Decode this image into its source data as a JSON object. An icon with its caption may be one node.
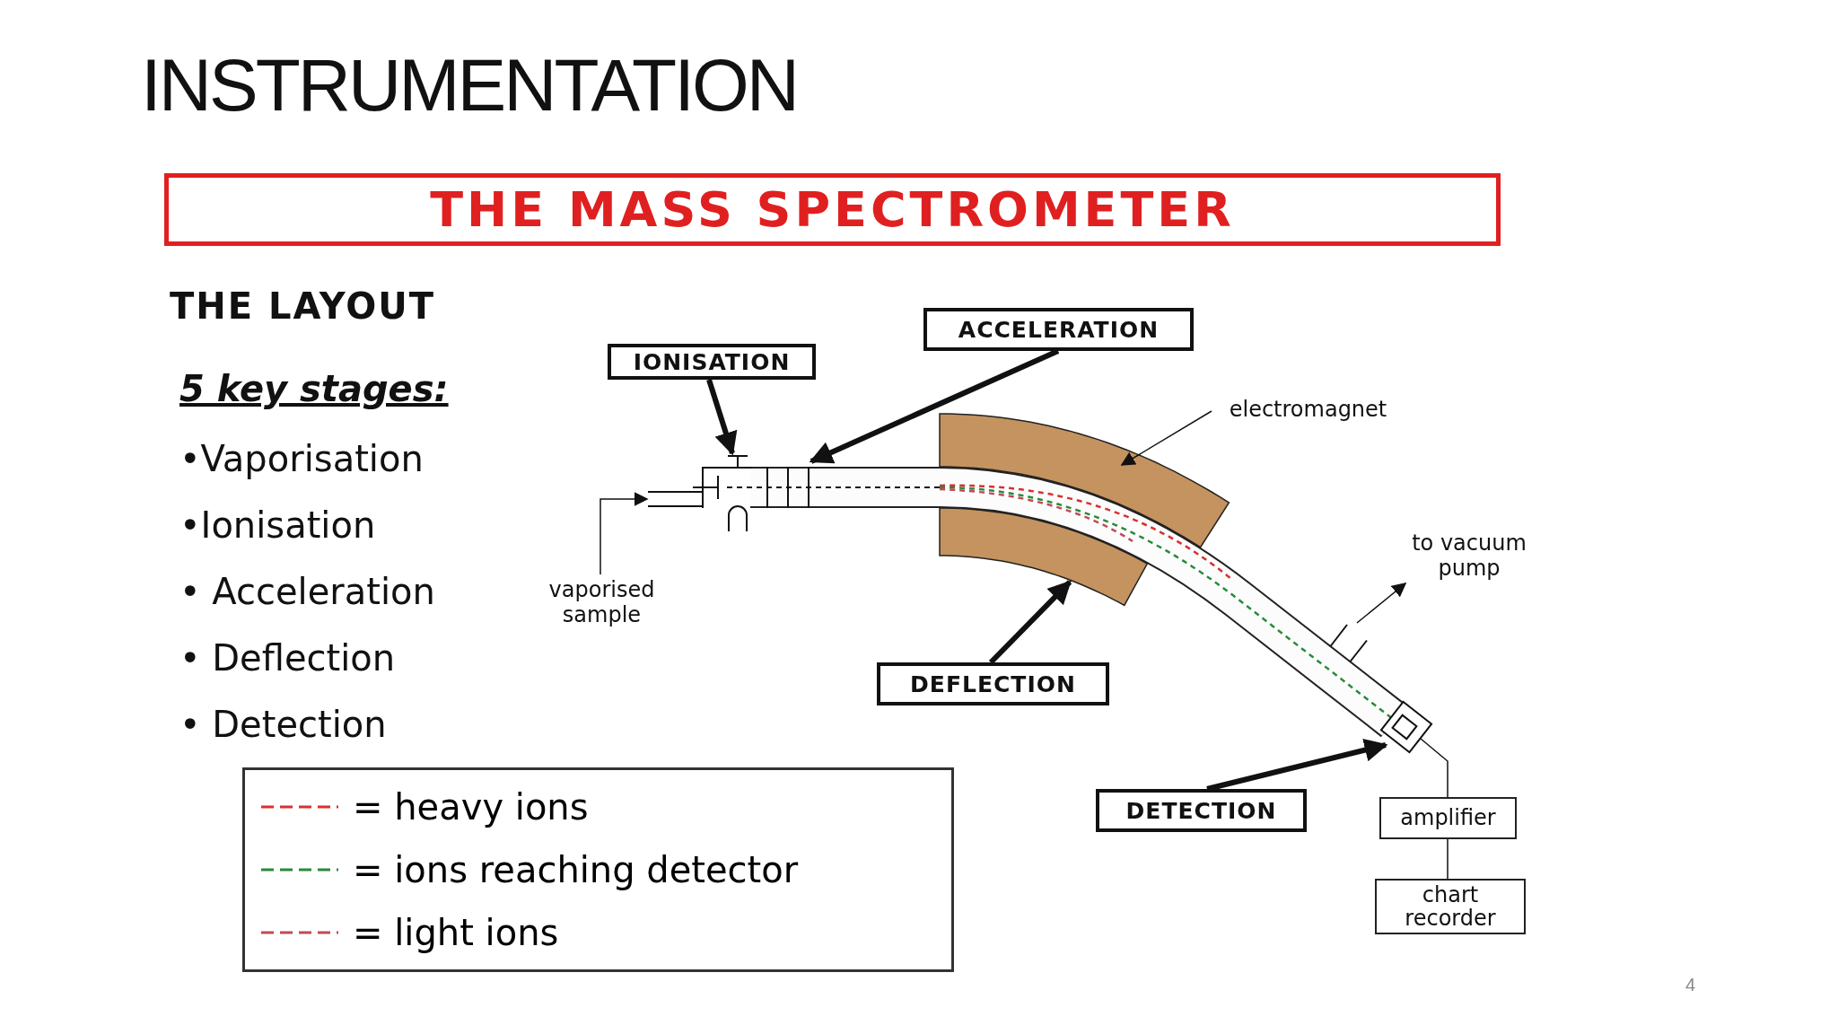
{
  "diagram": {
    "title": "INSTRUMENTATION",
    "nodes": [
      {
        "text": [
          "THE MASS SPECTROMETER"
        ]
      },
      {
        "text": [
          "IONISATION"
        ]
      },
      {
        "text": [
          "ACCELERATION"
        ]
      },
      {
        "text": [
          "electromagnet"
        ]
      },
      {
        "text": [
          "vaporised sample"
        ]
      },
      {
        "text": [
          "to vacuum pump"
        ]
      },
      {
        "text": [
          "DEFLECTION"
        ]
      },
      {
        "text": [
          "DETECTION"
        ]
      },
      {
        "text": [
          "amplifier"
        ]
      },
      {
        "text": [
          "chart recorder"
        ]
      },
      {
        "text": [],
        "shape": "box"
      },
      {
        "text": [],
        "shape": "bar"
      },
      {
        "text": [],
        "shape": "box"
      },
      {
        "text": [],
        "shape": "box"
      },
      {
        "text": [],
        "shape": "box"
      },
      {
        "text": [],
        "shape": "box"
      },
      {
        "text": [],
        "shape": "box"
      }
    ],
    "edges": [
      {
        "from": 1,
        "to": 10,
        "arrow": "to",
        "style": "thick"
      },
      {
        "from": 2,
        "to": 11,
        "arrow": "to",
        "style": "thick"
      },
      {
        "from": 3,
        "to": 12,
        "arrow": "to"
      },
      {
        "from": 4,
        "to": 13,
        "arrow": "to"
      },
      {
        "from": 14,
        "to": 5,
        "arrow": "to"
      },
      {
        "from": 6,
        "to": 15,
        "arrow": "to",
        "style": "thick"
      },
      {
        "from": 7,
        "to": 16,
        "arrow": "to",
        "style": "thick"
      },
      {
        "from": 16,
        "to": 8,
        "arrow": "none"
      },
      {
        "from": 8,
        "to": 9,
        "arrow": "none"
      }
    ],
    "labels": [
      "THE LAYOUT",
      "5 key stages:",
      "•Vaporisation",
      "•Ionisation",
      "• Acceleration",
      "• Deflection",
      "• Detection",
      "4"
    ],
    "legend": [
      {
        "text": "= heavy ions"
      },
      {
        "text": "= ions reaching detector"
      },
      {
        "text": "= light ions"
      }
    ]
  }
}
